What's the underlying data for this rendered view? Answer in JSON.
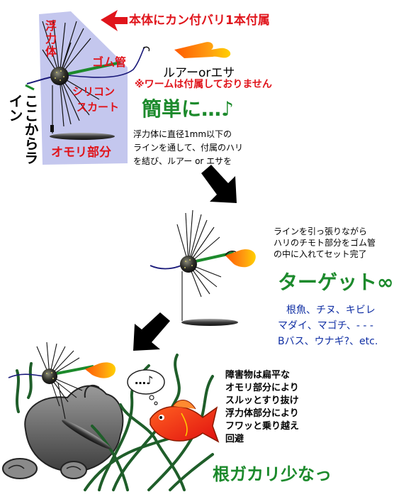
{
  "labels": {
    "bundle_note": "本体にカン付バリ1本付属",
    "float": "浮力体",
    "rubber_tube": "ゴム管",
    "silicone_skirt_1": "シリコン",
    "silicone_skirt_2": "スカート",
    "weight_part": "オモリ部分",
    "line_from": "ここからライン",
    "lure_or_bait": "ルアーorエサ",
    "worm_note": "※ワームは付属しておりません"
  },
  "step1": {
    "headline": "簡単に…♪",
    "lines": [
      "浮力体に直径1mm以下の",
      "ラインを通して、付属のハリ",
      "を結び、ルアー or エサを"
    ]
  },
  "step2": {
    "lines": [
      "ラインを引っ張りながら",
      "ハリのチモト部分をゴム管",
      "の中に入れてセット完了"
    ],
    "headline": "ターゲット∞",
    "targets": [
      "根魚、チヌ、キビレ",
      "マダイ、マゴチ、- - -",
      "Bバス、ウナギ?、etc."
    ]
  },
  "step3": {
    "speech": "…♪",
    "lines": [
      "障害物は扁平な",
      "オモリ部分により",
      "スルッとすり抜け",
      "浮力体部分により",
      "フワッと乗り越え",
      "回避"
    ],
    "headline": "根ガカリ少なっ"
  },
  "colors": {
    "red": "#e0141b",
    "green": "#1c8a2c",
    "blue": "#0f2ea3",
    "panel": "#c4c7ee",
    "lure": "#ff8a00"
  }
}
